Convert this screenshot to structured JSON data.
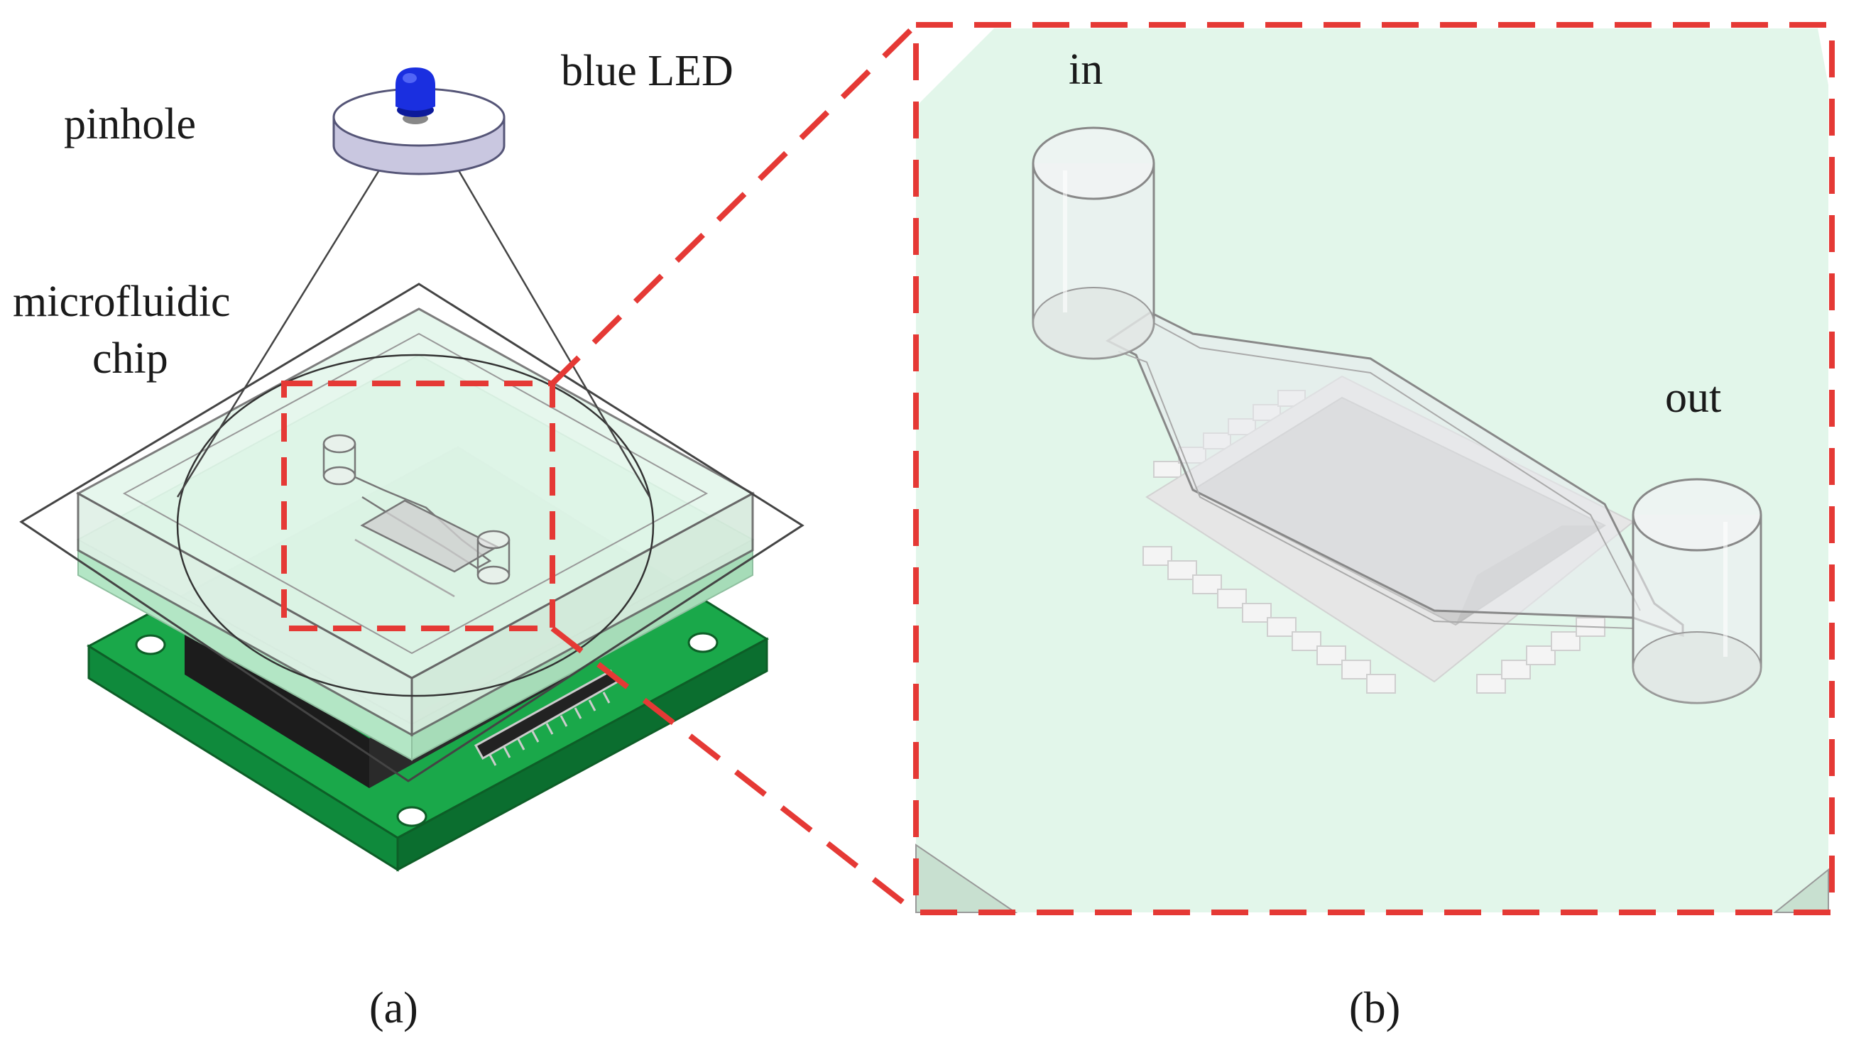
{
  "labels": {
    "pinhole": "pinhole",
    "blue_led": "blue LED",
    "microfluidic_line1": "microfluidic",
    "microfluidic_line2": "chip",
    "inlet": "in",
    "outlet": "out"
  },
  "captions": {
    "a": "(a)",
    "b": "(b)"
  },
  "colors": {
    "led": "#1a2fe0",
    "pcb": "#1aa84a",
    "pcb_side": "#0d7a32",
    "chip_tint": "#dff5e8",
    "highlight": "#e53935",
    "outline": "#555555"
  }
}
